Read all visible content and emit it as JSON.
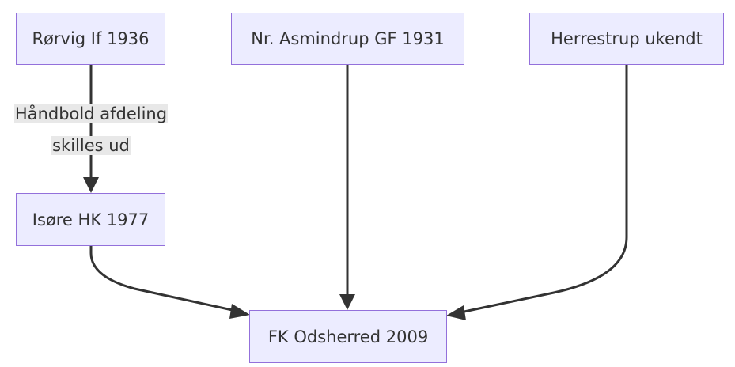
{
  "nodes": {
    "rorvig": "Rørvig If 1936",
    "asmindrup": "Nr. Asmindrup GF 1931",
    "herrestrup": "Herrestrup ukendt",
    "isore": "Isøre HK 1977",
    "odsherred": "FK Odsherred 2009"
  },
  "edges": [
    {
      "from": "rorvig",
      "to": "isore",
      "label_lines": [
        "Håndbold afdeling",
        "skilles ud"
      ]
    },
    {
      "from": "isore",
      "to": "odsherred"
    },
    {
      "from": "asmindrup",
      "to": "odsherred"
    },
    {
      "from": "herrestrup",
      "to": "odsherred"
    }
  ],
  "colors": {
    "node_fill": "#ECECFF",
    "node_border": "#9370DB",
    "edge": "#333333",
    "label_bg": "#E8E8E8",
    "text": "#333333"
  }
}
